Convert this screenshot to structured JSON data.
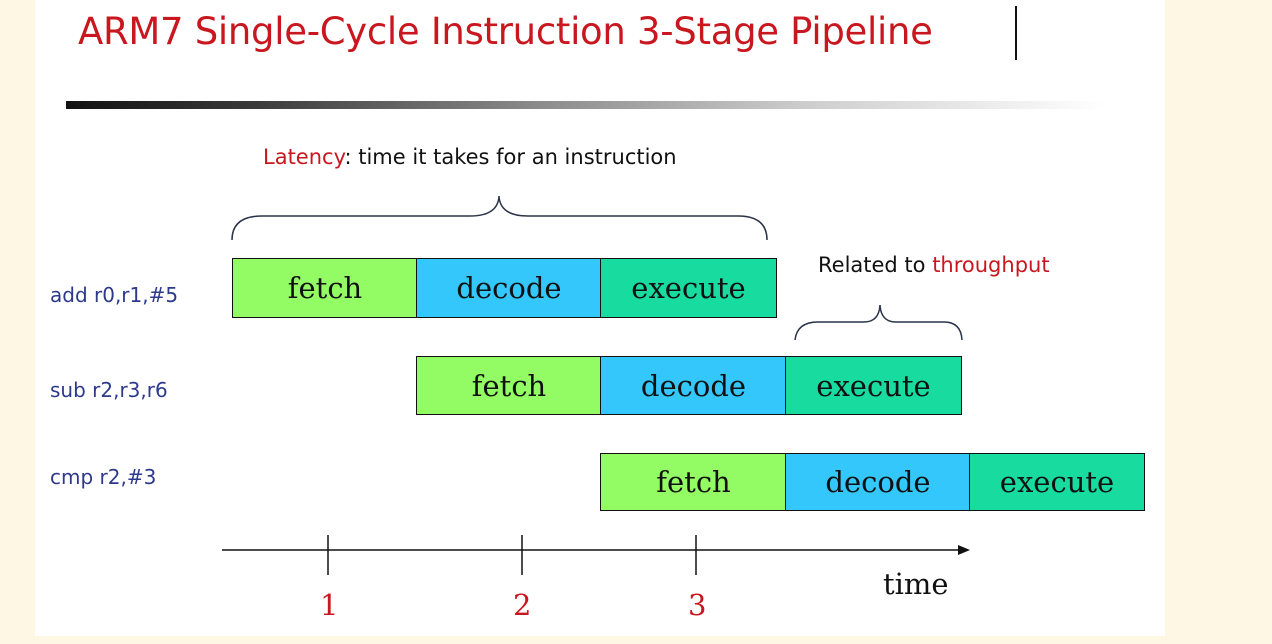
{
  "title": "ARM7 Single-Cycle Instruction 3-Stage Pipeline",
  "latency": {
    "term": "Latency",
    "rest": ": time it takes for an instruction"
  },
  "throughput": {
    "prefix": "Related to ",
    "term": "throughput"
  },
  "instructions": [
    {
      "label": "add r0,r1,#5",
      "stages": [
        "fetch",
        "decode",
        "execute"
      ]
    },
    {
      "label": "sub r2,r3,r6",
      "stages": [
        "fetch",
        "decode",
        "execute"
      ]
    },
    {
      "label": "cmp r2,#3",
      "stages": [
        "fetch",
        "decode",
        "execute"
      ]
    }
  ],
  "axis": {
    "ticks": [
      "1",
      "2",
      "3"
    ],
    "label": "time"
  },
  "colors": {
    "title": "#c8171e",
    "fetch": "#93fb63",
    "decode": "#33c7fb",
    "execute": "#18dba0",
    "instruction_text": "#2d3a8c",
    "tick_text": "#c8171e"
  }
}
